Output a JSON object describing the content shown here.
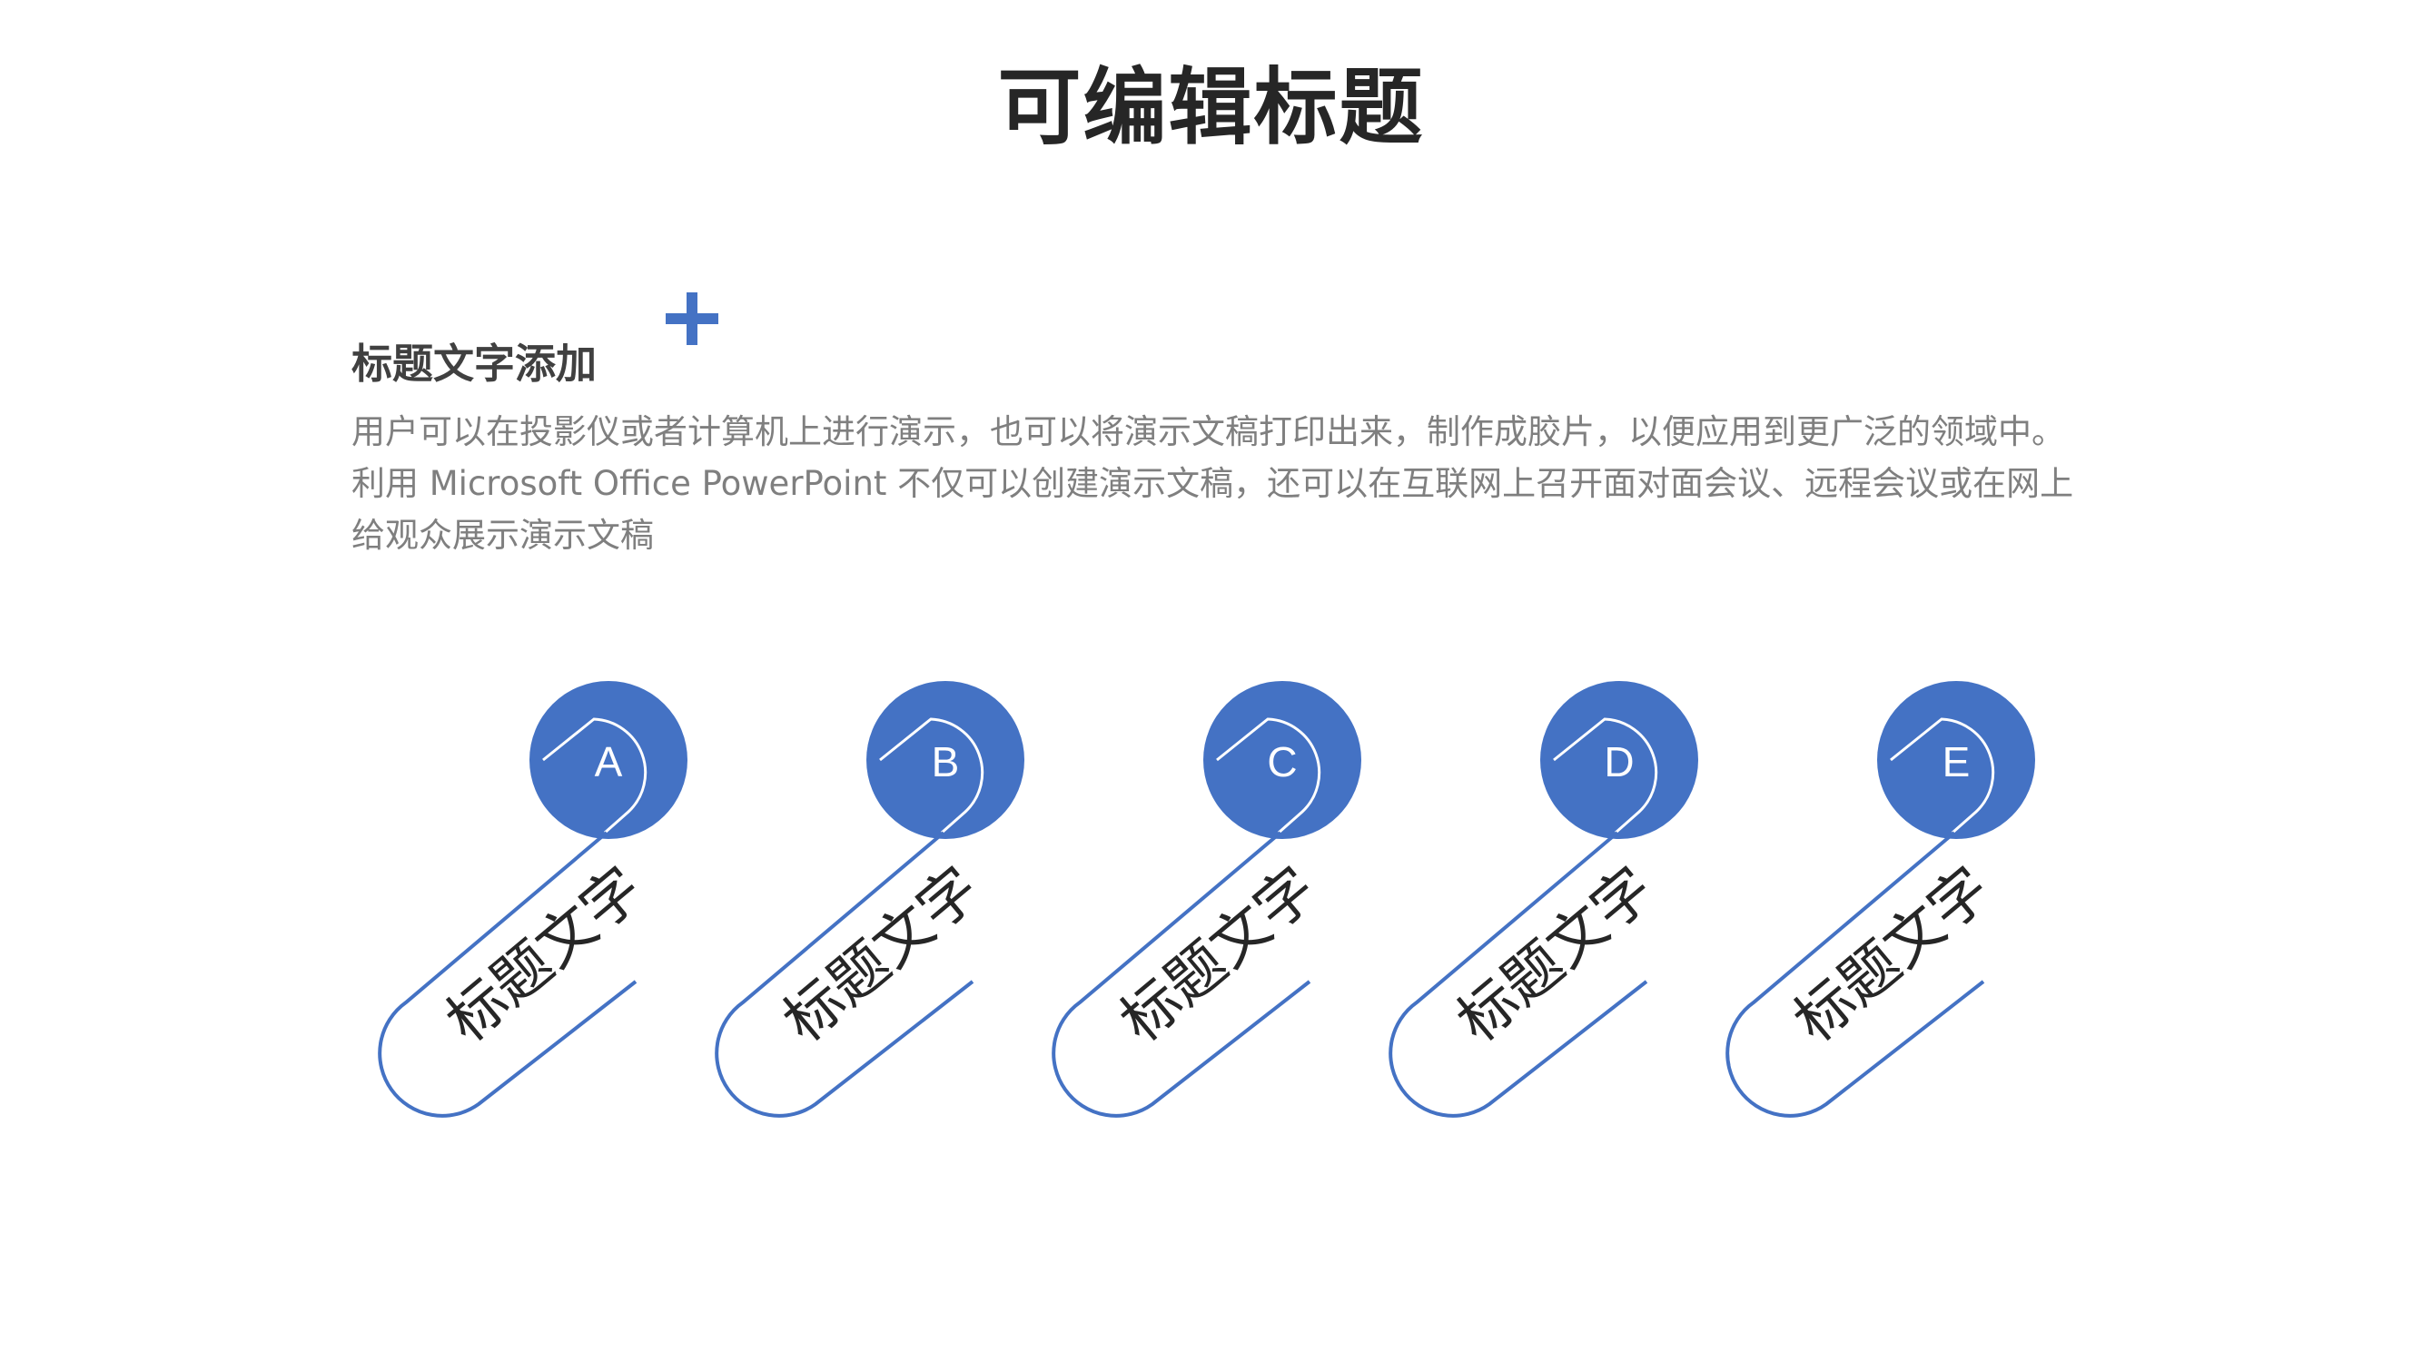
{
  "page": {
    "title": "可编辑标题",
    "subtitle": "标题文字添加",
    "body": "用户可以在投影仪或者计算机上进行演示，也可以将演示文稿打印出来，制作成胶片，以便应用到更广泛的领域中。\n利用 Microsoft Office PowerPoint 不仅可以创建演示文稿，还可以在互联网上召开面对面会议、远程会议或在网上\n给观众展示演示文稿"
  },
  "accent_color": "#4472c4",
  "items": [
    {
      "letter": "A",
      "label": "标题文字"
    },
    {
      "letter": "B",
      "label": "标题文字"
    },
    {
      "letter": "C",
      "label": "标题文字"
    },
    {
      "letter": "D",
      "label": "标题文字"
    },
    {
      "letter": "E",
      "label": "标题文字"
    }
  ]
}
